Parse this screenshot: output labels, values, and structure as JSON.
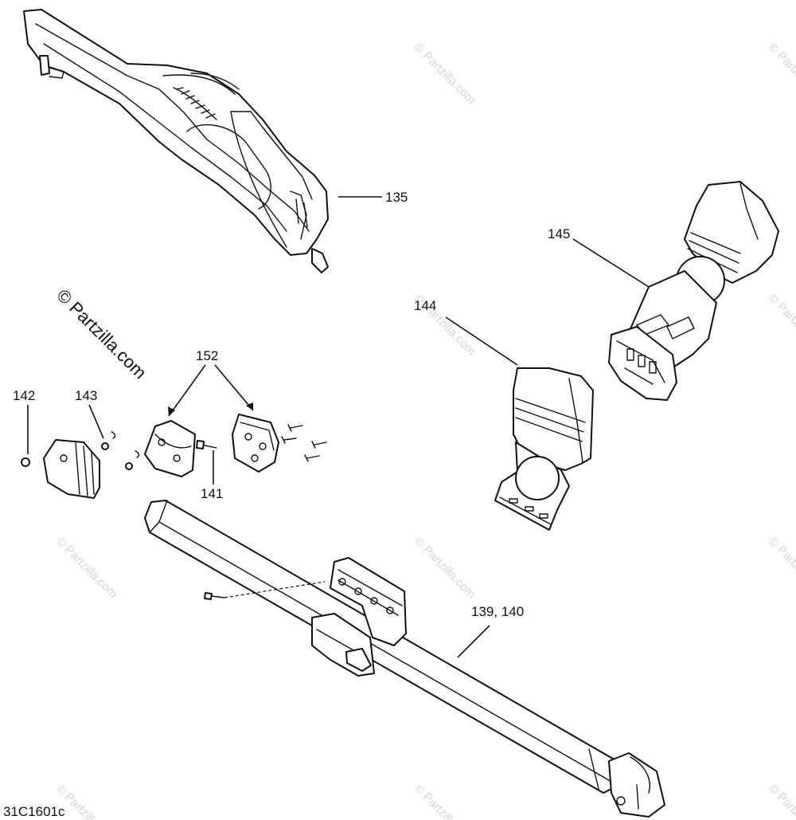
{
  "diagram_code": "31C1601c",
  "watermark": "© Partzilla.com",
  "callouts": {
    "c135": "135",
    "c145": "145",
    "c144": "144",
    "c152": "152",
    "c142": "142",
    "c143": "143",
    "c141": "141",
    "c139": "139, 140"
  }
}
